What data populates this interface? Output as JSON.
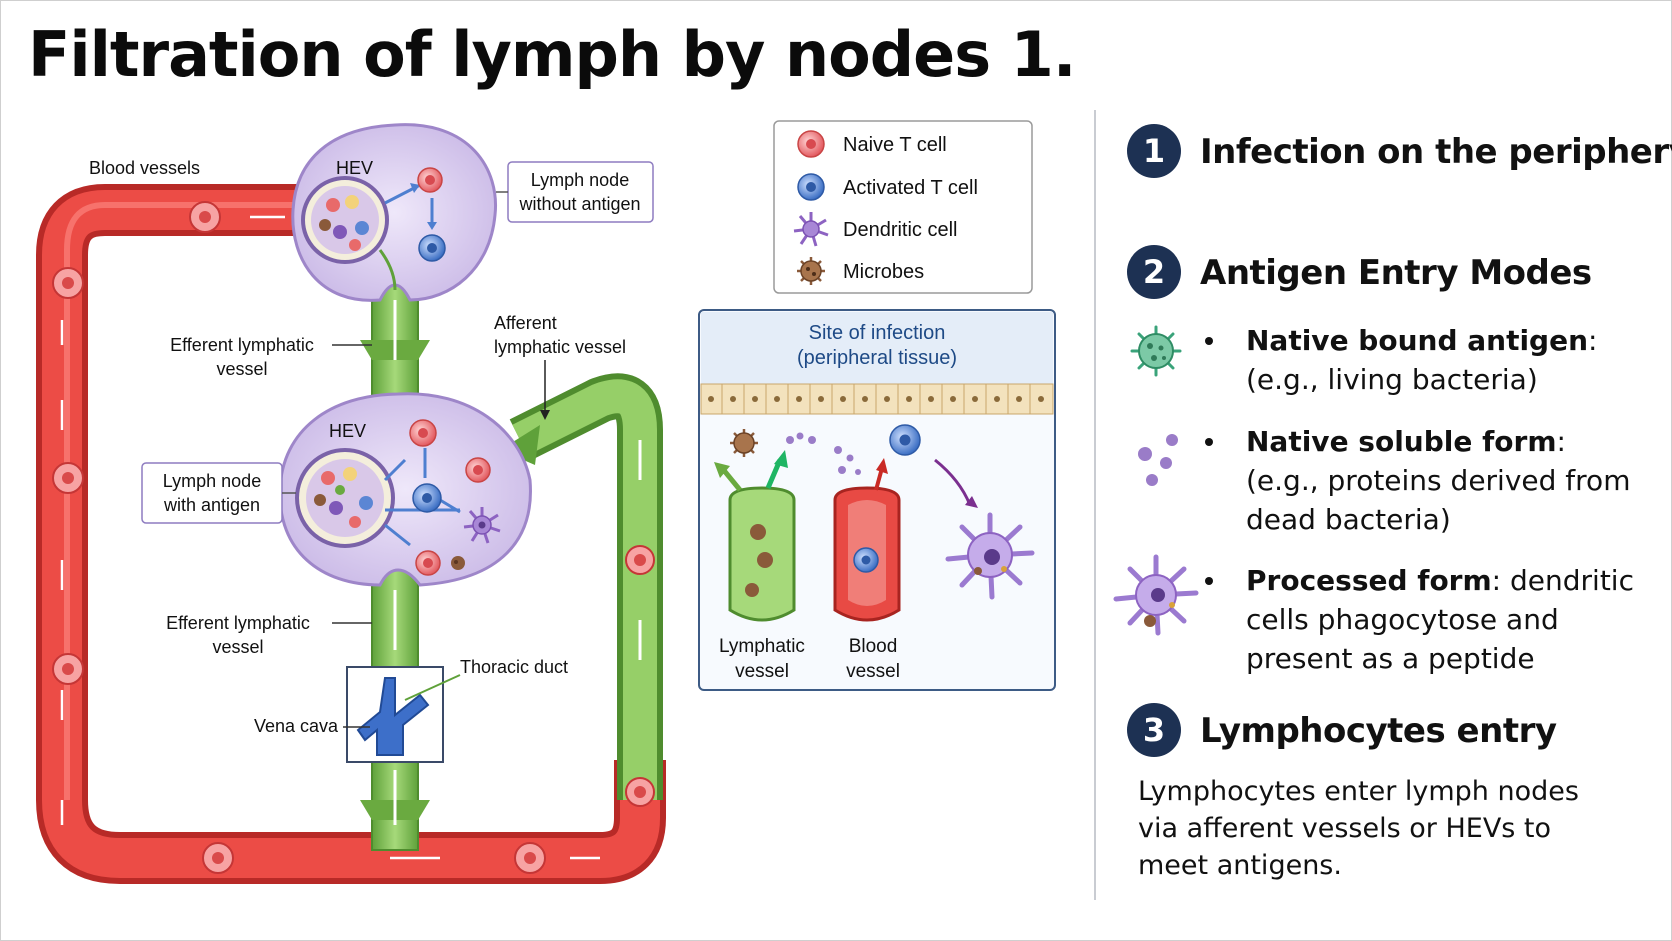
{
  "title": "Filtration of lymph by nodes 1.",
  "diagram": {
    "labels": {
      "blood_vessels": "Blood vessels",
      "hev_top": "HEV",
      "hev_mid": "HEV",
      "node_without_antigen_1": "Lymph node",
      "node_without_antigen_2": "without antigen",
      "node_with_antigen_1": "Lymph node",
      "node_with_antigen_2": "with antigen",
      "efferent_top_1": "Efferent lymphatic",
      "efferent_top_2": "vessel",
      "efferent_bottom_1": "Efferent lymphatic",
      "efferent_bottom_2": "vessel",
      "afferent_1": "Afferent",
      "afferent_2": "lymphatic vessel",
      "thoracic_duct": "Thoracic duct",
      "vena_cava": "Vena cava"
    },
    "legend": [
      {
        "label": "Naive T cell",
        "icon": "naive-t-cell-icon"
      },
      {
        "label": "Activated T cell",
        "icon": "activated-t-cell-icon"
      },
      {
        "label": "Dendritic cell",
        "icon": "dendritic-cell-icon"
      },
      {
        "label": "Microbes",
        "icon": "microbe-icon"
      }
    ],
    "infection_site": {
      "title_1": "Site of infection",
      "title_2": "(peripheral tissue)",
      "lymphatic_1": "Lymphatic",
      "lymphatic_2": "vessel",
      "blood_1": "Blood",
      "blood_2": "vessel"
    },
    "colors": {
      "blood": "#e8443f",
      "lymph": "#7cbf4a",
      "node": "#d9cdee",
      "naive_t": "#ec6f73",
      "activated_t": "#4e7fd0",
      "dendritic": "#9b72c9",
      "microbe": "#8a5a3a",
      "accent": "#1d3153"
    }
  },
  "sections": [
    {
      "number": "1",
      "heading": "Infection on the periphery"
    },
    {
      "number": "2",
      "heading": "Antigen Entry Modes"
    },
    {
      "number": "3",
      "heading": "Lymphocytes entry"
    }
  ],
  "antigen_modes": [
    {
      "icon": "native-bound-antigen-icon",
      "bold": "Native bound antigen",
      "rest": ": (e.g., living bacteria)"
    },
    {
      "icon": "native-soluble-form-icon",
      "bold": "Native soluble form",
      "rest": ": (e.g., proteins derived from dead bacteria)"
    },
    {
      "icon": "processed-form-icon",
      "bold": "Processed form",
      "rest": ": dendritic cells phagocytose and present as a peptide"
    }
  ],
  "lymphocytes_entry_text": "Lymphocytes enter lymph nodes via afferent vessels or HEVs to meet antigens."
}
